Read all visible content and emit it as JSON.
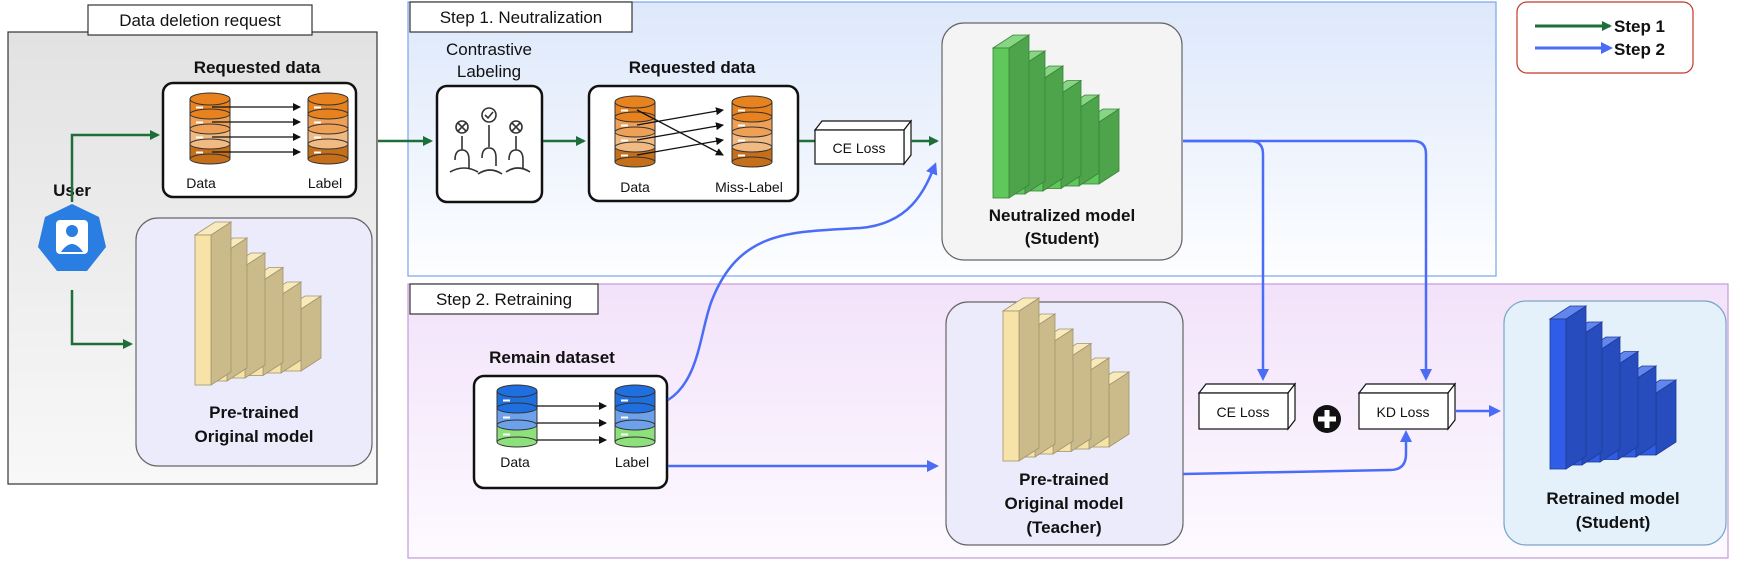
{
  "legend": {
    "step1": "Step 1",
    "step2": "Step 2",
    "step1_color": "#1e6e3a",
    "step2_color": "#4a6cf7"
  },
  "deletion_panel": {
    "title": "Data deletion request",
    "user_label": "User",
    "requested_data": {
      "title": "Requested data",
      "data_label": "Data",
      "label_label": "Label"
    },
    "original_model": {
      "line1": "Pre-trained",
      "line2": "Original model"
    }
  },
  "step1": {
    "title": "Step 1. Neutralization",
    "contrastive": {
      "line1": "Contrastive",
      "line2": "Labeling"
    },
    "requested_data": {
      "title": "Requested data",
      "data_label": "Data",
      "miss_label": "Miss-Label"
    },
    "loss": "CE Loss",
    "neutralized_model": {
      "line1": "Neutralized model",
      "line2": "(Student)"
    }
  },
  "step2": {
    "title": "Step 2. Retraining",
    "remain_dataset": {
      "title": "Remain dataset",
      "data_label": "Data",
      "label_label": "Label"
    },
    "teacher_model": {
      "line1": "Pre-trained",
      "line2": "Original model",
      "line3": "(Teacher)"
    },
    "ce_loss": "CE Loss",
    "plus": "+",
    "kd_loss": "KD Loss",
    "retrained_model": {
      "line1": "Retrained model",
      "line2": "(Student)"
    }
  },
  "colors": {
    "green_model": "#5ec85a",
    "yellow_model": "#f7e3a8",
    "blue_model": "#2f5de8",
    "orange_db": "#e8821e",
    "blue_db": "#1f6fe0",
    "user_badge": "#2a7de1"
  }
}
